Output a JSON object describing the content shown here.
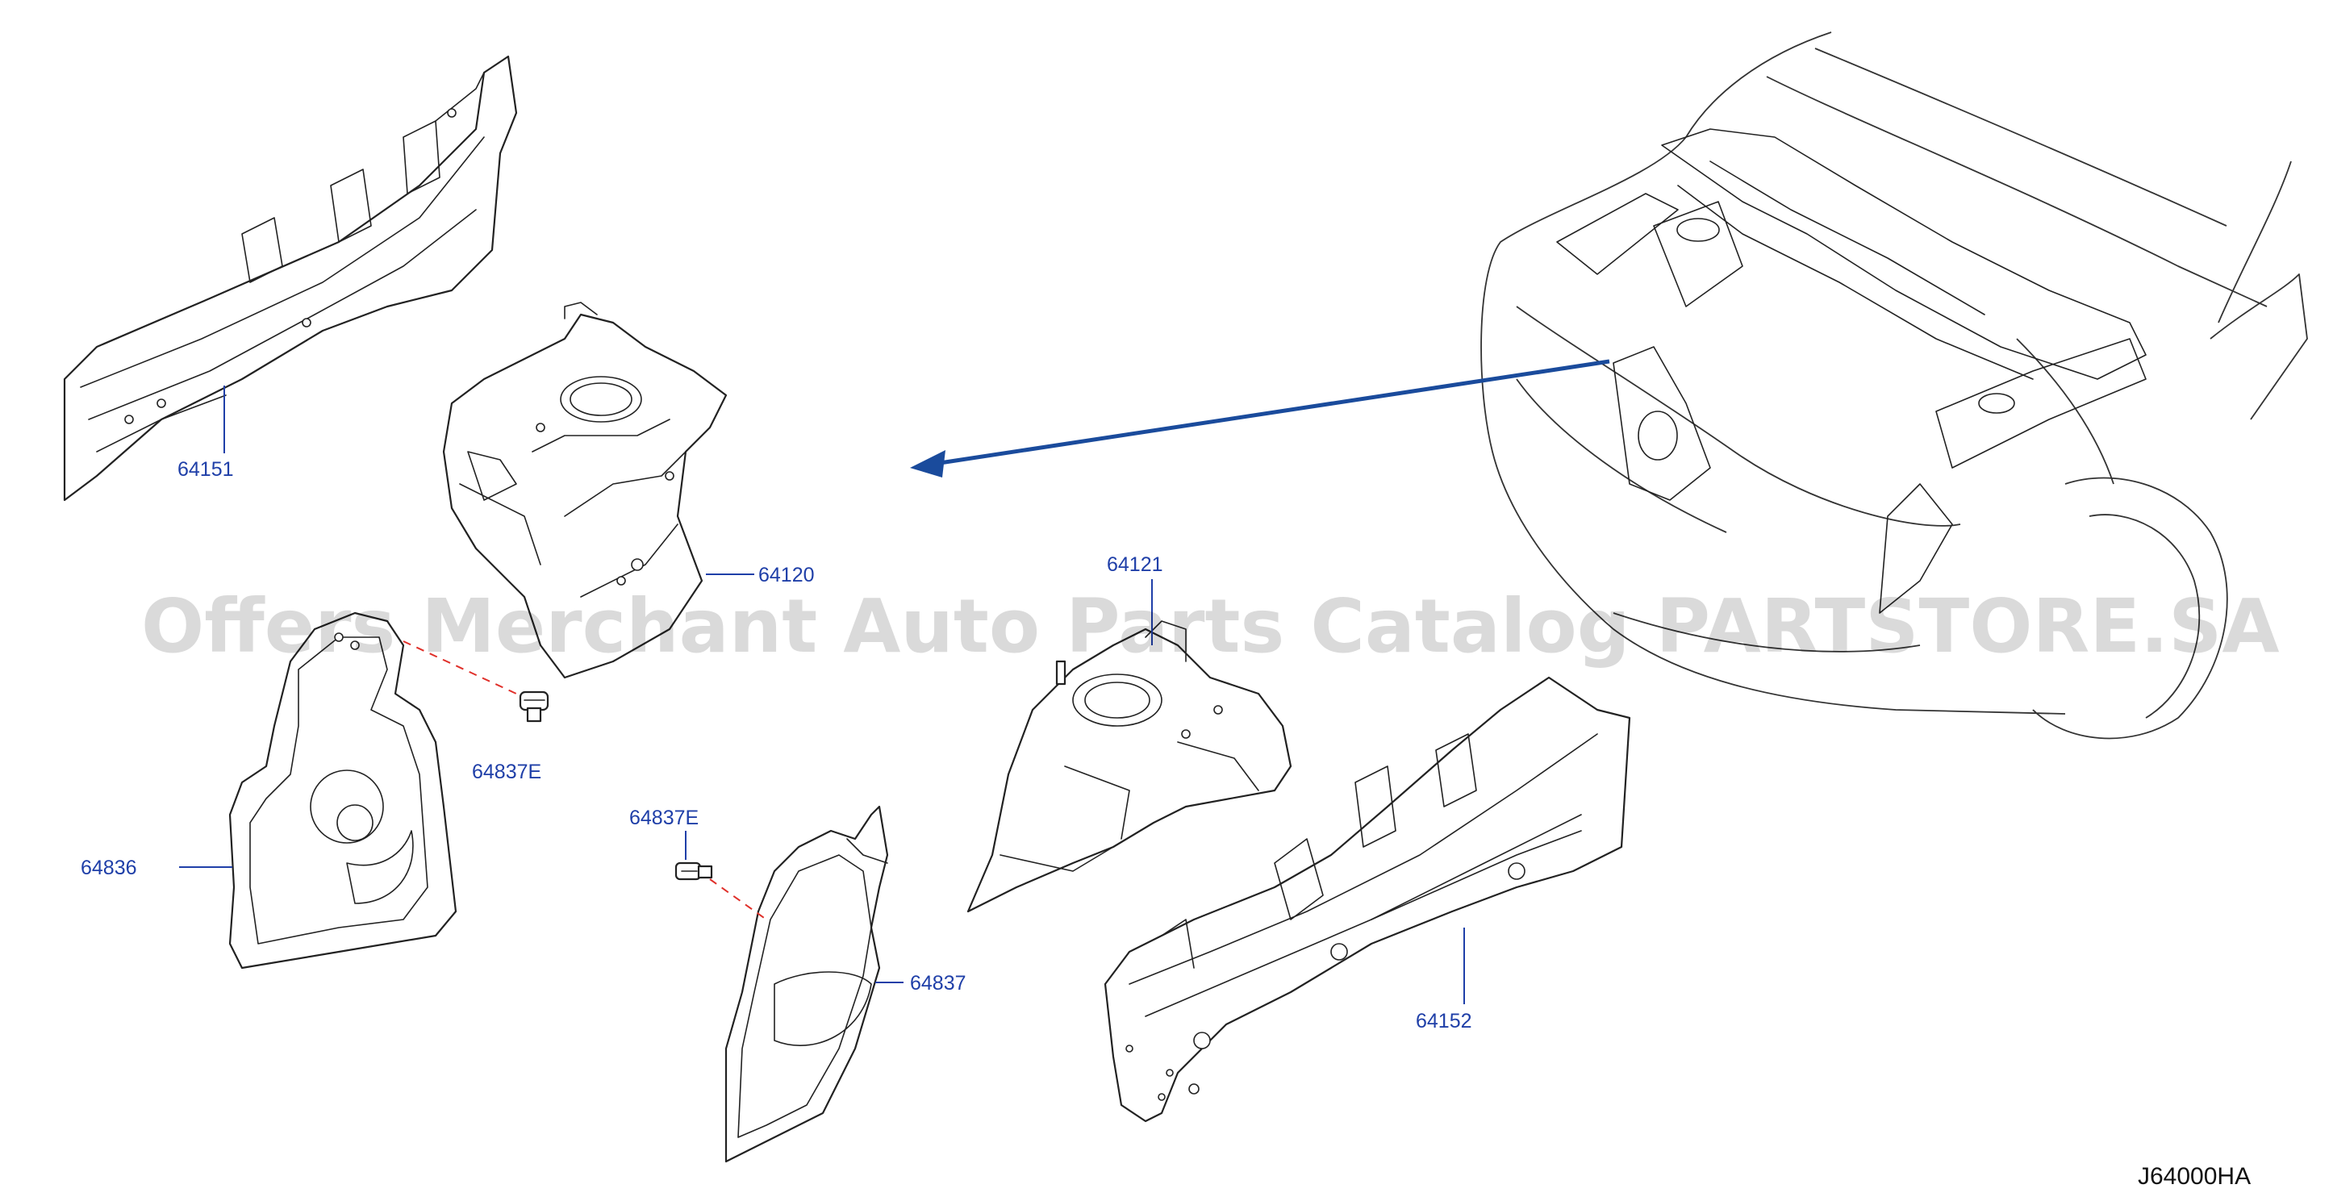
{
  "diagram": {
    "code": "J64000HA",
    "watermark": "Offers Merchant Auto Parts Catalog PARTSTORE.SA",
    "part_labels": {
      "p64151": "64151",
      "p64120": "64120",
      "p64121": "64121",
      "p64837E_left": "64837E",
      "p64837E_right": "64837E",
      "p64836": "64836",
      "p64837": "64837",
      "p64152": "64152"
    },
    "colors": {
      "label": "#1f3fa8",
      "arrow": "#1a4b9c",
      "clip_dash": "#e0302a",
      "lines": "#222222"
    }
  }
}
